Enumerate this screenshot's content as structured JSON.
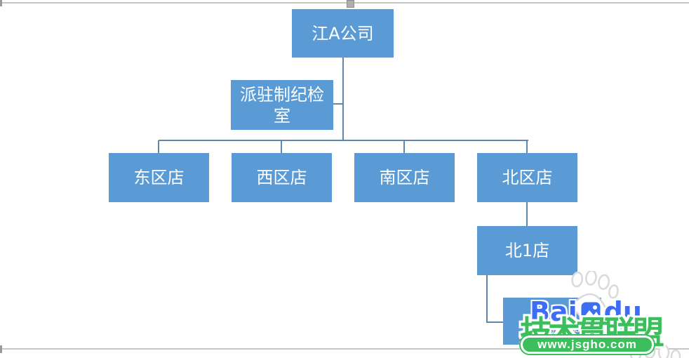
{
  "canvas": {
    "border_color": "#C6C6C6",
    "handle_color": "#AEAEAE"
  },
  "org_chart": {
    "box_fill": "#5B9BD5",
    "box_text_color": "#FFFFFF",
    "connector_color": "#5E87AB",
    "root": {
      "label": "江A公司"
    },
    "assistant": {
      "label": "派驻制纪检室"
    },
    "level2": [
      {
        "label": "东区店"
      },
      {
        "label": "西区店"
      },
      {
        "label": "南区店"
      },
      {
        "label": "北区店"
      }
    ],
    "level3": {
      "label": "北1店"
    },
    "level4": {
      "label": ""
    }
  },
  "watermark": {
    "brand_prefix": "Bai",
    "brand_suffix": "du",
    "brand_sub": "jingyan.baidu.com",
    "site_name": "技术贯联盟",
    "site_url": "www.jsgho.com",
    "green": "#3CBE5C",
    "blue": "#3E6DF5"
  }
}
